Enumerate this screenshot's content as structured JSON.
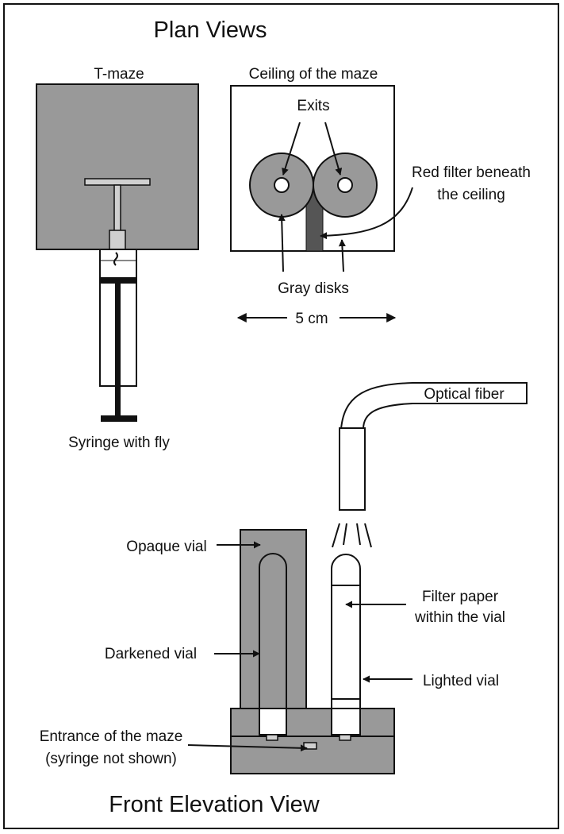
{
  "plan": {
    "title": "Plan Views",
    "tmaze_label": "T-maze",
    "ceiling_label": "Ceiling of the maze",
    "exits_label": "Exits",
    "filter_label_line1": "Red filter beneath",
    "filter_label_line2": "the ceiling",
    "disks_label": "Gray disks",
    "scale_label": "5 cm",
    "syringe_label": "Syringe with fly"
  },
  "front": {
    "title": "Front Elevation View",
    "optical_fiber_label": "Optical fiber",
    "opaque_vial_label": "Opaque vial",
    "filter_paper_line1": "Filter paper",
    "filter_paper_line2": "within the vial",
    "darkened_vial_label": "Darkened vial",
    "lighted_vial_label": "Lighted vial",
    "entrance_line1": "Entrance of the maze",
    "entrance_line2": "(syringe not shown)"
  },
  "colors": {
    "gray_fill": "#999999",
    "dark_bar": "#555555",
    "line": "#111111",
    "background": "#ffffff"
  }
}
